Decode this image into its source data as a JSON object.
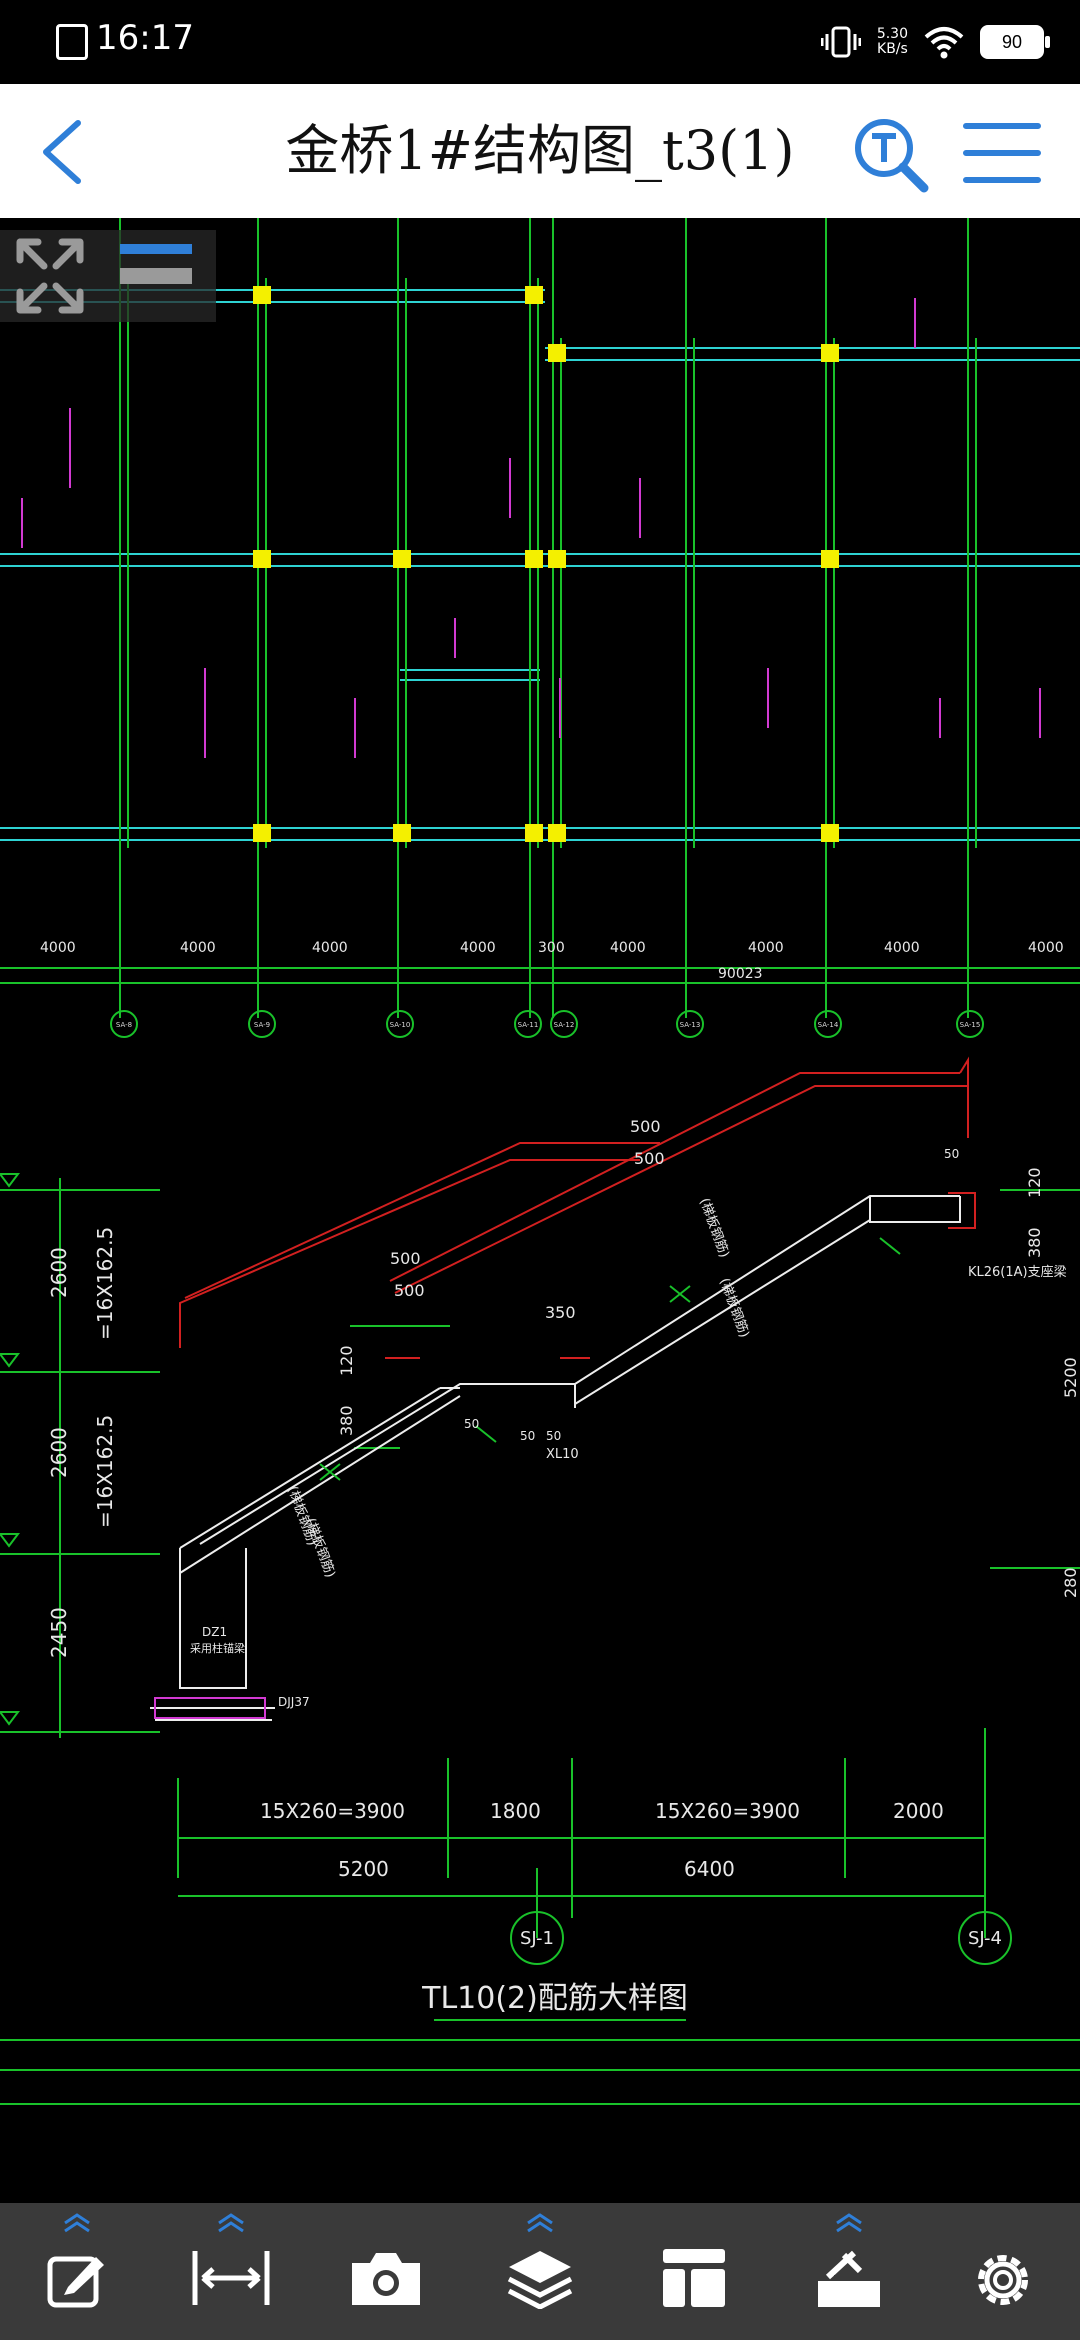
{
  "status_bar": {
    "time": "16:17",
    "net_speed": "5.30",
    "net_unit": "KB/s",
    "battery": "90"
  },
  "header": {
    "title": "金桥1#结构图_t3(1)"
  },
  "drawing": {
    "plan_labels": [
      "4000",
      "4000",
      "4000",
      "4000",
      "300",
      "4000",
      "4000",
      "4000",
      "4000"
    ],
    "total_dim": "90023",
    "axis_bubbles": [
      "SA-8",
      "SA-9",
      "SA-10",
      "SA-11",
      "SA-12",
      "SA-13",
      "SA-14",
      "SA-15"
    ],
    "heights": [
      "2600",
      "2600",
      "2450"
    ],
    "step_eq": [
      "=16X162.5",
      "=16X162.5"
    ],
    "bottom_dims": [
      "15X260=3900",
      "1800",
      "15X260=3900",
      "2000"
    ],
    "bottom_totals": [
      "5200",
      "6400"
    ],
    "bottom_axes": [
      "SJ-1",
      "SJ-4"
    ],
    "caption": "TL10(2)配筋大样图",
    "annotations": [
      "350",
      "120",
      "380",
      "120",
      "380",
      "500",
      "500",
      "500",
      "500",
      "50",
      "50",
      "50",
      "50",
      "XL10",
      "KL26(1A)支座梁",
      "DZ1",
      "采用柱锚梁",
      "DJJ37",
      "(梯板钢筋)",
      "(梯板钢筋)",
      "(梯板钢筋)",
      "(梯板钢筋)",
      "5200",
      "280"
    ]
  },
  "toolbar": {
    "items": [
      {
        "name": "edit-tool"
      },
      {
        "name": "measure-tool"
      },
      {
        "name": "camera-tool"
      },
      {
        "name": "layers-tool"
      },
      {
        "name": "layout-tool"
      },
      {
        "name": "toolbox-tool"
      },
      {
        "name": "settings-tool"
      }
    ]
  },
  "colors": {
    "accent": "#2F7FD8",
    "cad_green": "#19C12A",
    "cad_red": "#D22020",
    "cad_cyan": "#2ED3D3",
    "cad_yellow": "#F4F000",
    "cad_magenta": "#D23AD2"
  }
}
